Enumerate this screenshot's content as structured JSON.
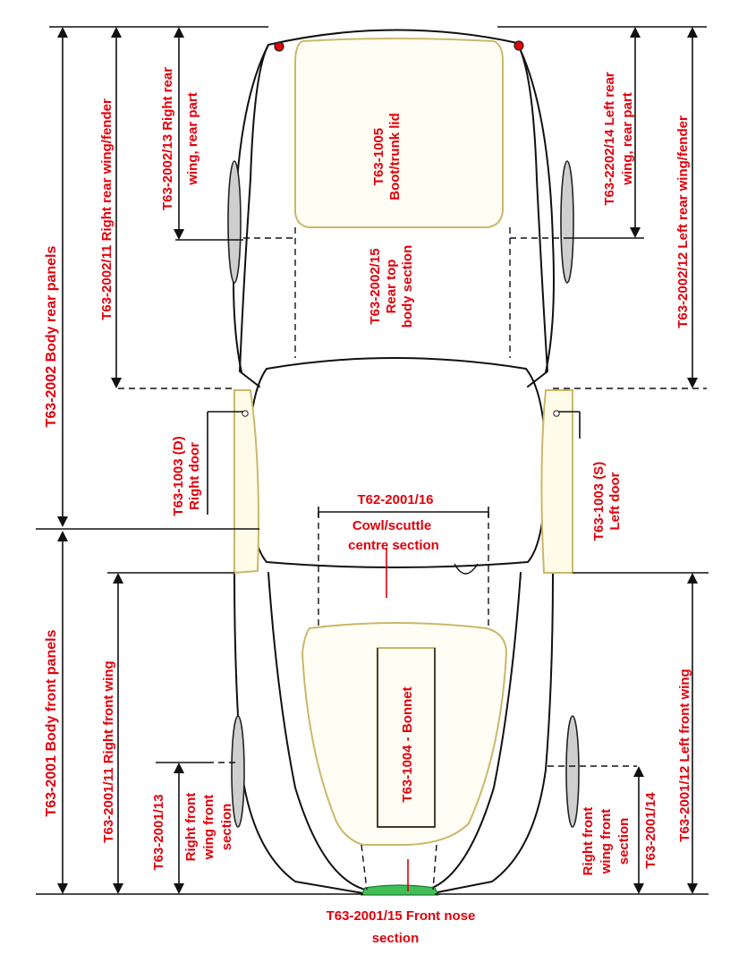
{
  "labels": {
    "boot_lid": [
      "T63-1005",
      "Boot/trunk lid"
    ],
    "right_rear_wing_rear": [
      "T63-2002/13 Right rear",
      "wing, rear part"
    ],
    "left_rear_wing_rear": [
      "T63-2202/14 Left rear",
      "wing, rear part"
    ],
    "right_rear_wing": "T63-2002/11 Right rear wing/fender",
    "left_rear_wing": "T63-2002/12 Left rear wing/fender",
    "body_rear_panels": "T63-2002 Body rear panels",
    "rear_top": [
      "T63-2002/15",
      "Rear top",
      "body section"
    ],
    "right_door": [
      "T63-1003 (D)",
      "Right door"
    ],
    "left_door": [
      "T63-1003 (S)",
      "Left door"
    ],
    "cowl": [
      "T62-2001/16",
      "Cowl/scuttle",
      "centre section"
    ],
    "body_front_panels": "T63-2001 Body front panels",
    "right_front_wing": "T63-2001/11 Right front wing",
    "left_front_wing": "T63-2001/12 Left front wing",
    "bonnet": "T63-1004 - Bonnet",
    "right_front_wing_section_num": "T63-2001/13",
    "right_front_wing_section": [
      "Right front",
      "wing front",
      "section"
    ],
    "left_front_wing_section_num": "T63-2001/14",
    "left_front_wing_section": [
      "Right front",
      "wing front",
      "section"
    ],
    "front_nose": [
      "T63-2001/15 Front nose",
      "section"
    ]
  },
  "colors": {
    "label": "#e0000b",
    "ink": "#111111",
    "panel_edge": "#c9b86a",
    "wheel": "#cfcfcf",
    "nose": "#3fbf55"
  }
}
